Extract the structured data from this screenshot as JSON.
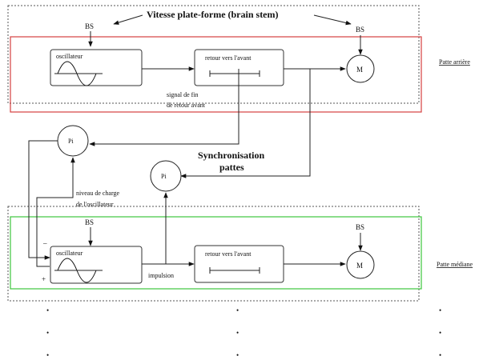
{
  "title": "Vitesse plate-forme (brain stem)",
  "bs_label": "BS",
  "sync_label_line1": "Synchronisation",
  "sync_label_line2": "pattes",
  "rear": {
    "oscillator_label": "oscillateur",
    "return_label": "retour vers l'avant",
    "motor_label": "M",
    "side_label": "Patte arrière",
    "end_signal_line1": "signal de fin",
    "end_signal_line2": "de retour avant",
    "border_color": "#d44040"
  },
  "middle": {
    "oscillator_label": "oscillateur",
    "return_label": "retour vers l'avant",
    "motor_label": "M",
    "side_label": "Patte médiane",
    "impulse_label": "impulsion",
    "charge_line1": "niveau de charge",
    "charge_line2": "de l'oscillateur",
    "minus_sign": "–",
    "plus_sign": "+",
    "border_color": "#3cc63c"
  },
  "pi_label": "Pi",
  "ellipsis_dot": "•"
}
